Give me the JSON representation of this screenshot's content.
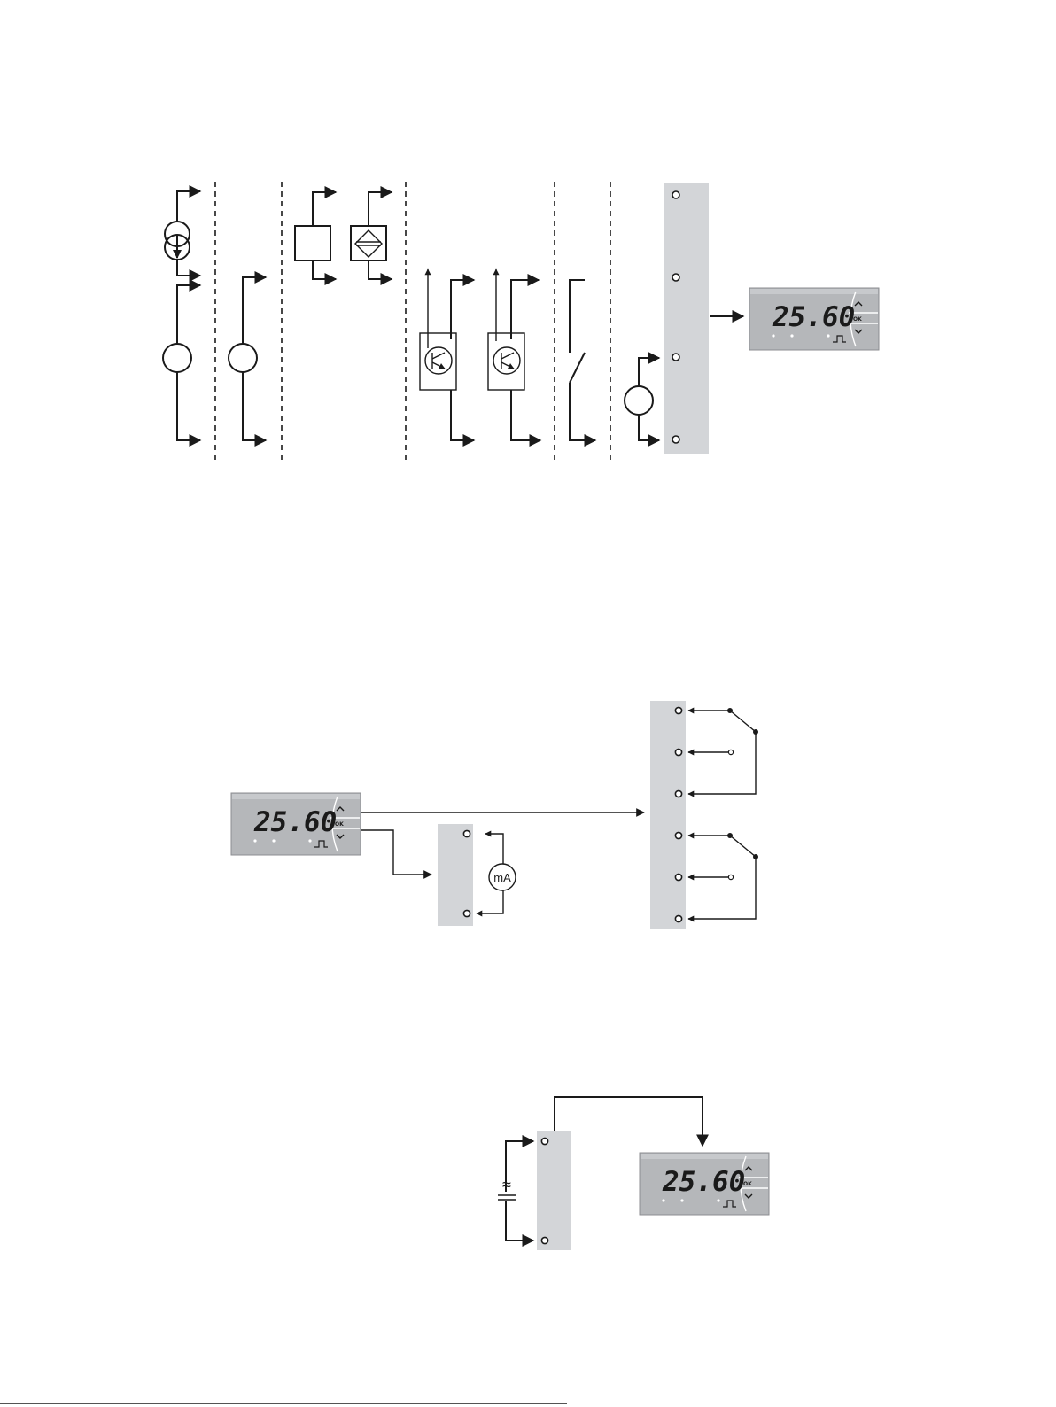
{
  "display": {
    "reading": "25.60",
    "ok_label": "OK"
  },
  "diagram": {
    "meter_label": "mA",
    "ac_symbol": "≈"
  }
}
